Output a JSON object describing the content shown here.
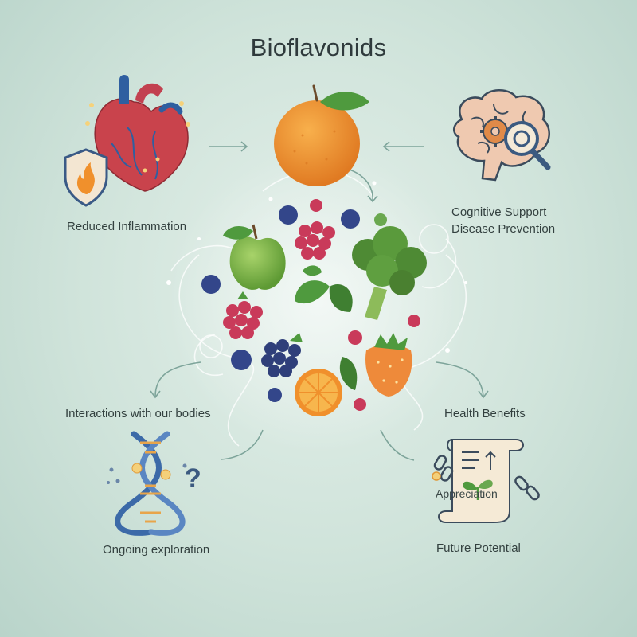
{
  "title": "Bioflavonids",
  "nodes": {
    "top_left": {
      "label": "Reduced Inflammation",
      "icons": [
        "heart-icon",
        "flame-shield-icon"
      ]
    },
    "top_right": {
      "lines": [
        "Cognitive Support",
        "Disease Prevention"
      ],
      "icons": [
        "brain-gear-icon",
        "magnifier-icon"
      ]
    },
    "bottom_left": {
      "label": "Interactions with our bodies",
      "sub_label": "Ongoing exploration",
      "icons": [
        "dna-icon",
        "question-mark-icon"
      ]
    },
    "bottom_right": {
      "label": "Health Benefits",
      "scroll_text": "Appreciation",
      "sub_label": "Future Potential",
      "icons": [
        "scroll-icon",
        "sprout-icon",
        "chain-link-icon"
      ]
    },
    "center": {
      "icons": [
        "orange-icon",
        "apple-icon",
        "raspberry-icon",
        "blueberry-icon",
        "blackberry-icon",
        "broccoli-icon",
        "strawberry-icon",
        "orange-slice-icon",
        "leaf-icon"
      ]
    }
  },
  "colors": {
    "background": "#cfe3da",
    "text": "#33403f",
    "heart": "#c9434c",
    "vein_blue": "#2f5fa0",
    "orange": "#f0902c",
    "leaf": "#4f9a3e",
    "berry_red": "#c93a5a",
    "blueberry": "#33468a",
    "dna_blue": "#3c6aa8",
    "brain": "#efc9b0"
  }
}
